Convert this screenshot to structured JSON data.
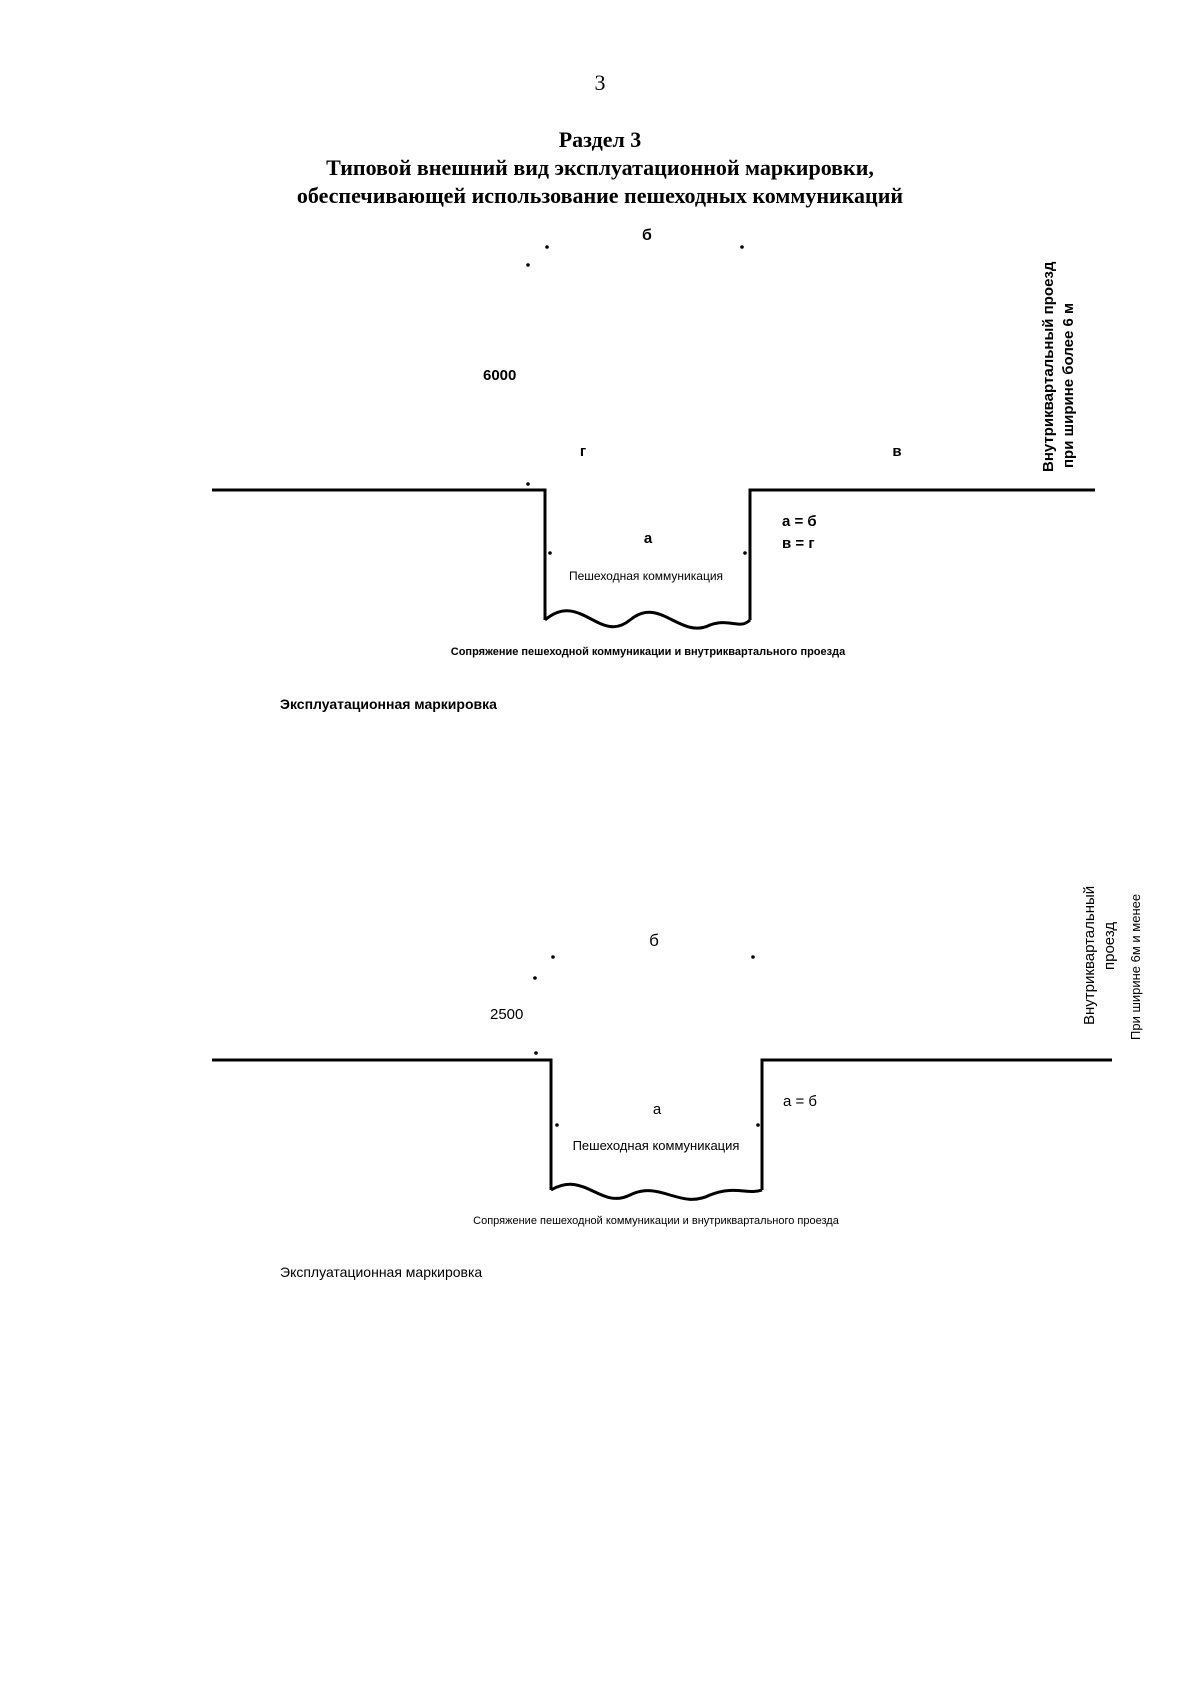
{
  "page": {
    "number": "3",
    "section": "Раздел 3",
    "title_line1": "Типовой внешний вид эксплуатационной маркировки,",
    "title_line2": "обеспечивающей использование пешеходных коммуникаций"
  },
  "diagram1": {
    "label_b": "б",
    "dimension": "6000",
    "label_g": "г",
    "label_v": "в",
    "label_a": "а",
    "eq1": "а = б",
    "eq2": "в = г",
    "inner_label": "Пешеходная коммуникация",
    "road_line1": "Внутриквартальный проезд",
    "road_line2": "при ширине более 6 м",
    "caption": "Сопряжение пешеходной коммуникации и внутриквартального проезда",
    "marking": "Эксплуатационная маркировка"
  },
  "diagram2": {
    "label_b": "б",
    "dimension": "2500",
    "label_a": "а",
    "eq1": "а = б",
    "inner_label": "Пешеходная коммуникация",
    "road_line1": "Внутриквартальный",
    "road_line2": "проезд",
    "road_line3": "При ширине 6м и менее",
    "caption": "Сопряжение пешеходной коммуникации и внутриквартального проезда",
    "marking": "Эксплуатационная маркировка"
  }
}
